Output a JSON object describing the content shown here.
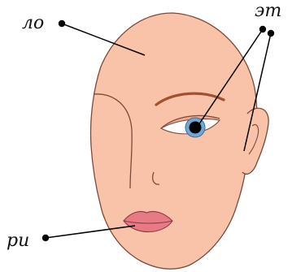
{
  "labels": {
    "forehead": "ло",
    "eye_ear": "эт",
    "mouth": "ри"
  },
  "colors": {
    "skin": "#f8c3a8",
    "outline": "#7a4a3a",
    "brow": "#a0522d",
    "iris": "#6fa8d8",
    "pupil": "#000000",
    "lips": "#e87a84",
    "ink": "#000000"
  }
}
